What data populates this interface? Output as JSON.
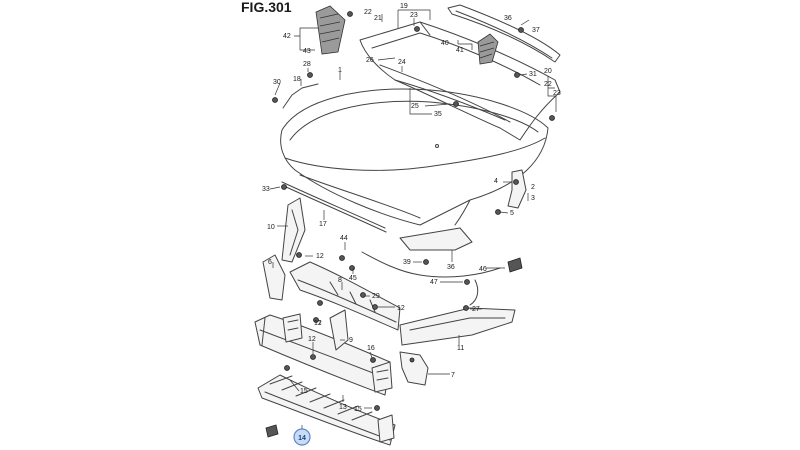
{
  "figure": {
    "title": "FIG.301",
    "highlighted_part": "14"
  },
  "labels": {
    "p42": "42",
    "p43": "43",
    "p22t": "22",
    "p21": "21",
    "p19": "19",
    "p23a": "23",
    "p36": "36",
    "p37": "37",
    "p40": "40",
    "p41": "41",
    "p26": "26",
    "p24": "24",
    "p28": "28",
    "p30": "30",
    "p18": "18",
    "p1": "1",
    "p31": "31",
    "p20": "20",
    "p22b": "22",
    "p23b": "23",
    "p25": "25",
    "p35": "35",
    "p33": "33",
    "p4": "4",
    "p2": "2",
    "p3": "3",
    "p5": "5",
    "p17": "17",
    "p10": "10",
    "p44": "44",
    "p12a": "12",
    "p45": "45",
    "p6": "6",
    "p39": "39",
    "p36b": "36",
    "p46": "46",
    "p47": "47",
    "p8": "8",
    "p29": "29",
    "p12b": "12",
    "p27": "27",
    "p12c": "12",
    "p9": "9",
    "p11": "11",
    "p12d": "12",
    "p16": "16",
    "p7": "7",
    "p15a": "15",
    "p13": "13",
    "p15b": "15",
    "p14": "14"
  }
}
